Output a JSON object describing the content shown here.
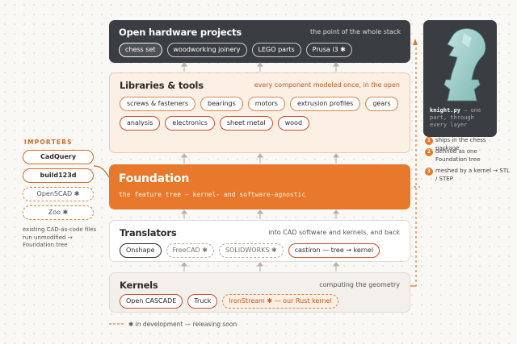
{
  "hardware": {
    "title": "Open hardware projects",
    "note": "the point of the whole stack",
    "chips": [
      "chess set",
      "woodworking joinery",
      "LEGO parts",
      "Prusa i3 ✱"
    ]
  },
  "libraries": {
    "title": "Libraries & tools",
    "note": "every component modeled once, in the open",
    "row1": [
      "screws & fasteners",
      "bearings",
      "motors",
      "extrusion profiles",
      "gears"
    ],
    "row2": [
      "analysis",
      "electronics",
      "sheet metal",
      "wood"
    ]
  },
  "foundation": {
    "title": "Foundation",
    "subtitle": "the feature tree — kernel- and software-agnostic"
  },
  "translators": {
    "title": "Translators",
    "note": "into CAD software and kernels, and back",
    "chips": [
      "Onshape",
      "FreeCAD ✱",
      "SOLIDWORKS ✱",
      "castiron — tree → kernel"
    ]
  },
  "kernels": {
    "title": "Kernels",
    "note": "computing the geometry",
    "chips": [
      "Open CASCADE",
      "Truck",
      "IronStream ✱ — our Rust kernel"
    ]
  },
  "importers": {
    "title": "IMPORTERS",
    "items": [
      "CadQuery",
      "build123d",
      "OpenSCAD ✱",
      "Zoo ✱"
    ],
    "note": "existing CAD-as-code files run unmodified → Foundation tree"
  },
  "knight": {
    "filename": "knight.py",
    "caption": " — one part, through every layer",
    "steps": [
      {
        "num": "1",
        "text": "ships in the chess package"
      },
      {
        "num": "2",
        "text": "defined as one Foundation tree"
      },
      {
        "num": "3",
        "text": "meshed by a kernel → STL / STEP"
      }
    ]
  },
  "legend": "✱ in development — releasing soon",
  "colors": {
    "accent": "#e8782c",
    "dark": "#3a3e42",
    "red": "#d04a2a"
  }
}
